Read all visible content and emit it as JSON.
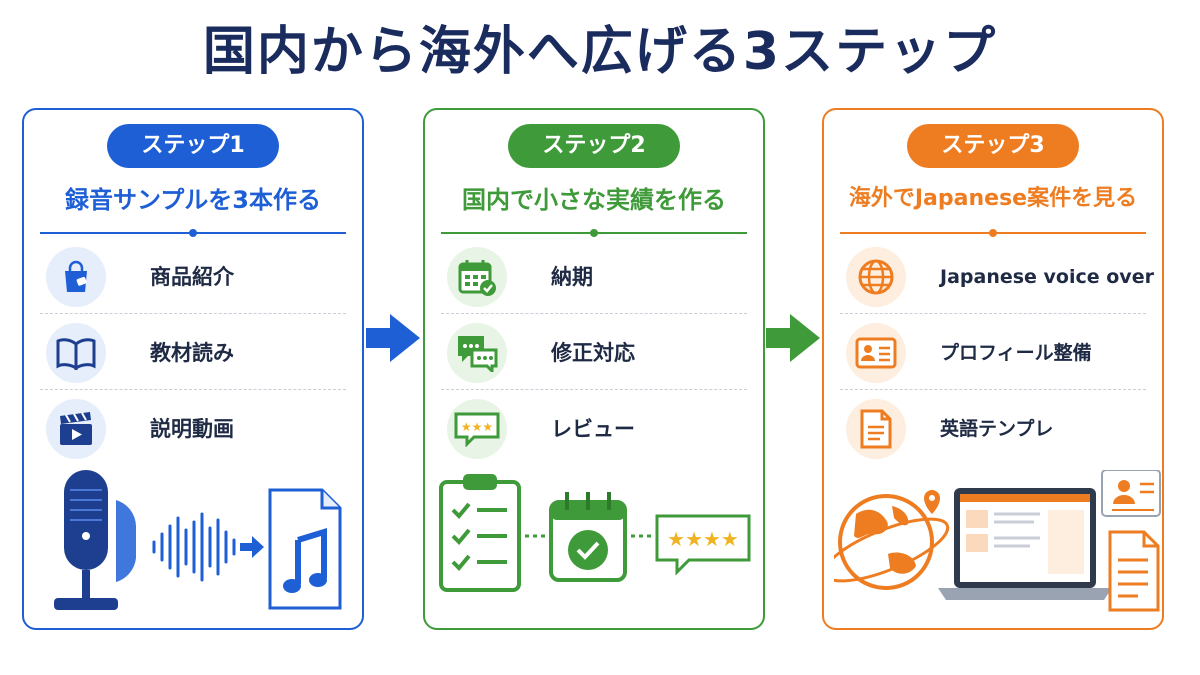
{
  "title": "国内から海外へ広げる3ステップ",
  "colors": {
    "step1": "#1e5fd6",
    "step2": "#3f9a3a",
    "step3": "#ee7d22",
    "title": "#1a2c5e"
  },
  "steps": [
    {
      "badge": "ステップ1",
      "heading": "録音サンプルを3本作る",
      "items": [
        {
          "icon": "shopping-bag-icon",
          "label": "商品紹介"
        },
        {
          "icon": "open-book-icon",
          "label": "教材読み"
        },
        {
          "icon": "clapperboard-icon",
          "label": "説明動画"
        }
      ],
      "illustration": [
        "microphone-icon",
        "sound-wave-icon",
        "arrow-right-icon",
        "audio-file-icon"
      ]
    },
    {
      "badge": "ステップ2",
      "heading": "国内で小さな実績を作る",
      "items": [
        {
          "icon": "calendar-check-icon",
          "label": "納期"
        },
        {
          "icon": "chat-bubbles-icon",
          "label": "修正対応"
        },
        {
          "icon": "star-review-icon",
          "label": "レビュー"
        }
      ],
      "illustration": [
        "checklist-clipboard-icon",
        "calendar-check-icon",
        "star-rating-bubble-icon"
      ]
    },
    {
      "badge": "ステップ3",
      "heading": "海外でJapanese案件を見る",
      "items": [
        {
          "icon": "globe-icon",
          "label": "Japanese voice over"
        },
        {
          "icon": "id-card-icon",
          "label": "プロフィール整備"
        },
        {
          "icon": "document-icon",
          "label": "英語テンプレ"
        }
      ],
      "illustration": [
        "world-globe-icon",
        "laptop-icon",
        "profile-card-icon",
        "document-icon"
      ]
    }
  ]
}
